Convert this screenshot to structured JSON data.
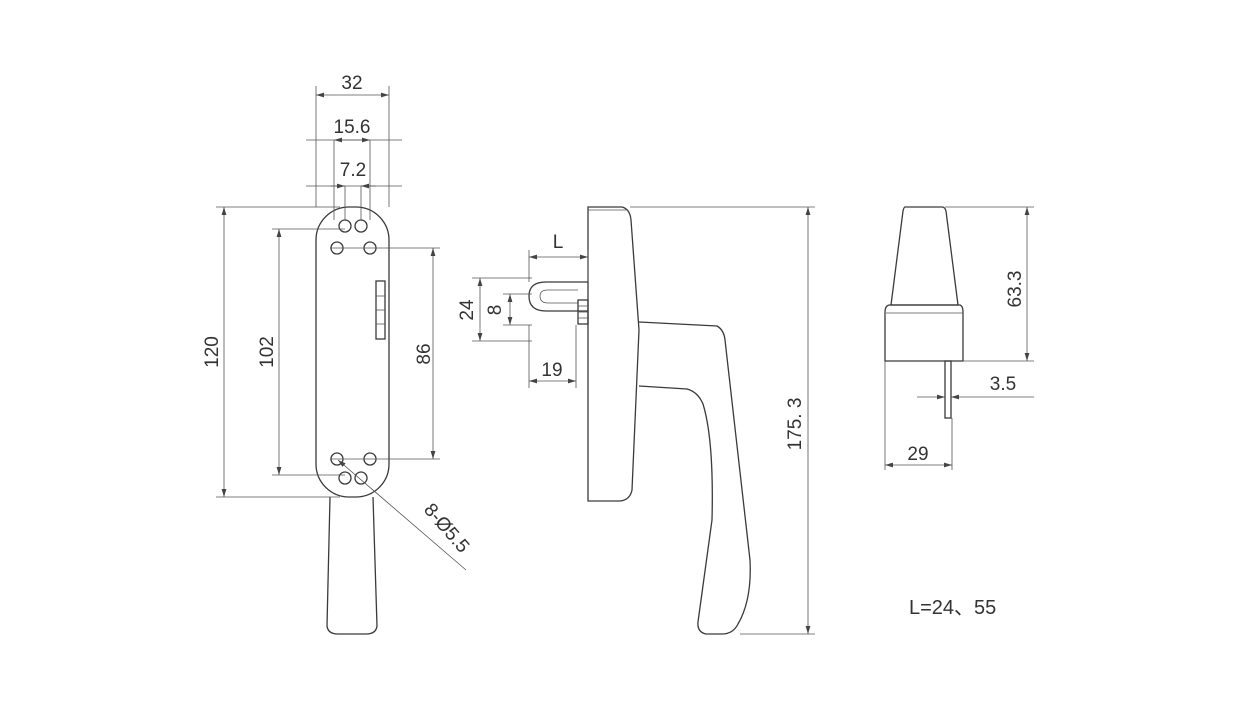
{
  "dimensions": {
    "front_width": "32",
    "hole_span_outer": "15.6",
    "hole_span_inner": "7.2",
    "overall_height": "120",
    "hole_pitch_outer": "102",
    "hole_pitch_inner": "86",
    "hole_callout": "8-Ø5.5",
    "spindle_length": "L",
    "spindle_outer": "24",
    "spindle_inner": "8",
    "spindle_base": "19",
    "handle_length": "175. 3",
    "top_height": "63.3",
    "pin_width": "3.5",
    "base_width": "29"
  },
  "note": "L=24、55",
  "colors": {
    "line": "#3a3a3a",
    "background": "#ffffff"
  }
}
